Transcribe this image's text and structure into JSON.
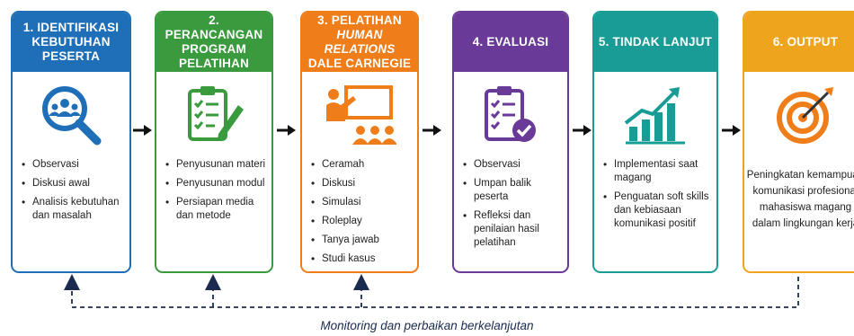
{
  "stages": [
    {
      "id": "identifikasi",
      "color": "#1e6fb8",
      "header": [
        "1. IDENTIFIKASI",
        "KEBUTUHAN",
        "PESERTA"
      ],
      "icon": "magnifier-people-icon",
      "items": [
        "Observasi",
        "Diskusi awal",
        "Analisis kebutuhan dan masalah"
      ]
    },
    {
      "id": "perancangan",
      "color": "#3a9a3e",
      "header": [
        "2. PERANCANGAN",
        "PROGRAM",
        "PELATIHAN"
      ],
      "icon": "clipboard-pencil-icon",
      "items": [
        "Penyusunan materi",
        "Penyusunan modul",
        "Persiapan media dan metode"
      ]
    },
    {
      "id": "pelatihan",
      "color": "#ef7d1a",
      "header": [
        "3. PELATIHAN",
        "HUMAN RELATIONS",
        "DALE CARNEGIE"
      ],
      "icon": "presentation-audience-icon",
      "items": [
        "Ceramah",
        "Diskusi",
        "Simulasi",
        "Roleplay",
        "Tanya jawab",
        "Studi kasus"
      ]
    },
    {
      "id": "evaluasi",
      "color": "#6a3a98",
      "header": [
        "4. EVALUASI"
      ],
      "icon": "clipboard-check-icon",
      "items": [
        "Observasi",
        "Umpan balik peserta",
        "Refleksi dan penilaian hasil pelatihan"
      ]
    },
    {
      "id": "tindak-lanjut",
      "color": "#1a9c96",
      "header": [
        "5. TINDAK LANJUT"
      ],
      "icon": "growth-chart-icon",
      "items": [
        "Implementasi saat magang",
        "Penguatan soft skills dan kebiasaan komunikasi positif"
      ]
    },
    {
      "id": "output",
      "color": "#eea51d",
      "header": [
        "6. OUTPUT"
      ],
      "icon": "target-arrow-icon",
      "output_lines": [
        "Peningkatan kemampuan",
        "komunikasi profesional",
        "mahasiswa magang",
        "dalam lingkungan kerja"
      ]
    }
  ],
  "footer": "Monitoring dan perbaikan berkelanjutan"
}
